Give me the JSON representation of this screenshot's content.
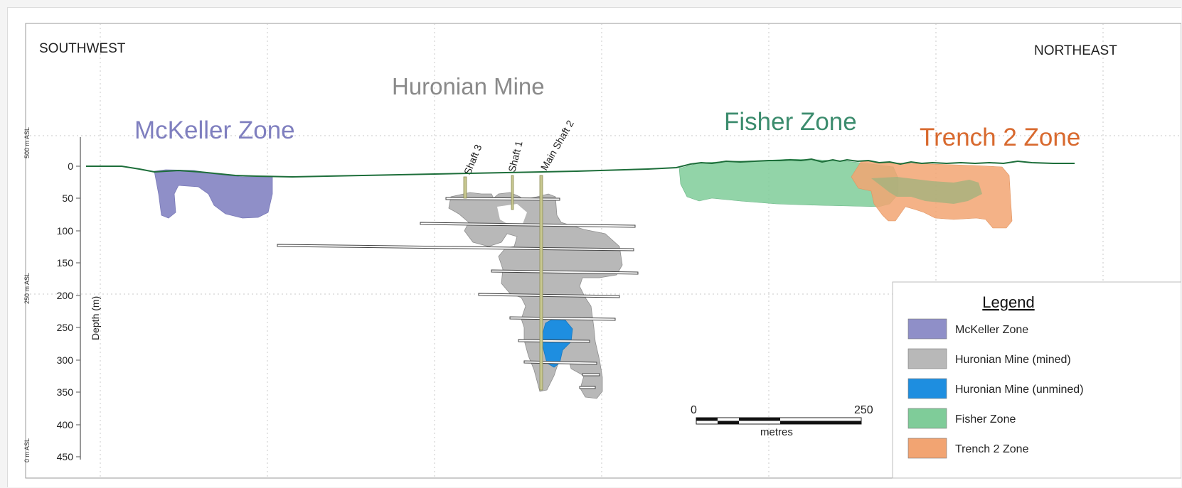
{
  "orientation": {
    "left": "SOUTHWEST",
    "right": "NORTHEAST"
  },
  "zones": {
    "mckeller": "McKeller Zone",
    "huronian": "Huronian Mine",
    "fisher": "Fisher Zone",
    "trench2": "Trench 2 Zone"
  },
  "shafts": {
    "shaft3": "Shaft 3",
    "shaft1": "Shaft 1",
    "main_shaft2": "Main Shaft 2"
  },
  "depth_axis": {
    "label": "Depth (m)",
    "ticks": [
      "0",
      "50",
      "100",
      "150",
      "200",
      "250",
      "300",
      "350",
      "400",
      "450"
    ]
  },
  "elevation_axis": {
    "ticks": [
      "500 m ASL",
      "250 m ASL",
      "0 m ASL"
    ]
  },
  "scale_bar": {
    "min": "0",
    "max": "250",
    "unit": "metres"
  },
  "legend": {
    "title": "Legend",
    "items": [
      {
        "label": "McKeller Zone",
        "color": "#8f8fc8"
      },
      {
        "label": "Huronian Mine (mined)",
        "color": "#b8b8b8"
      },
      {
        "label": "Huronian Mine (unmined)",
        "color": "#1e8ee0"
      },
      {
        "label": "Fisher Zone",
        "color": "#7fcc99"
      },
      {
        "label": "Trench 2 Zone",
        "color": "#f2a472"
      }
    ]
  },
  "colors": {
    "mckeller": "#7f7fbf",
    "huronian": "#8a8a8a",
    "fisher": "#3c8c6e",
    "trench2": "#d8692e",
    "surface": "#1d6e3a"
  }
}
